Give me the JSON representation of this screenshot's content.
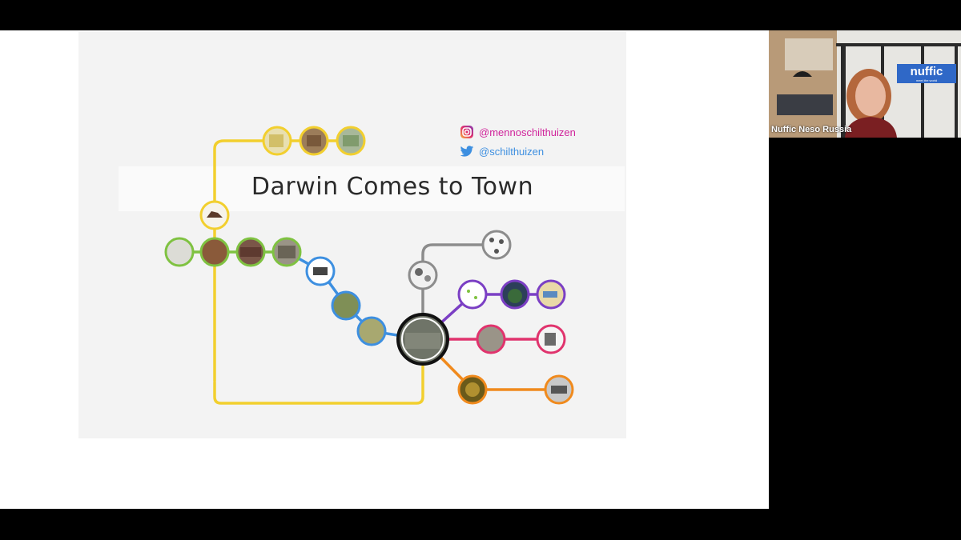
{
  "slide": {
    "title": "Darwin Comes to Town",
    "instagram_handle": "@mennoschilthuizen",
    "twitter_handle": "@schilthuizen"
  },
  "colors": {
    "yellow": "#f2cf2e",
    "green": "#7fc241",
    "blue": "#3d8fe0",
    "gray": "#8c8c8c",
    "purple": "#7b3fc4",
    "pink": "#e0336d",
    "orange": "#f08a1d",
    "instagram": "#d0249b",
    "twitter": "#3d8fe0"
  },
  "webcam": {
    "participant_name": "Nuffic Neso Russia",
    "logo_text": "nuffic",
    "logo_tagline": "meet the world"
  }
}
